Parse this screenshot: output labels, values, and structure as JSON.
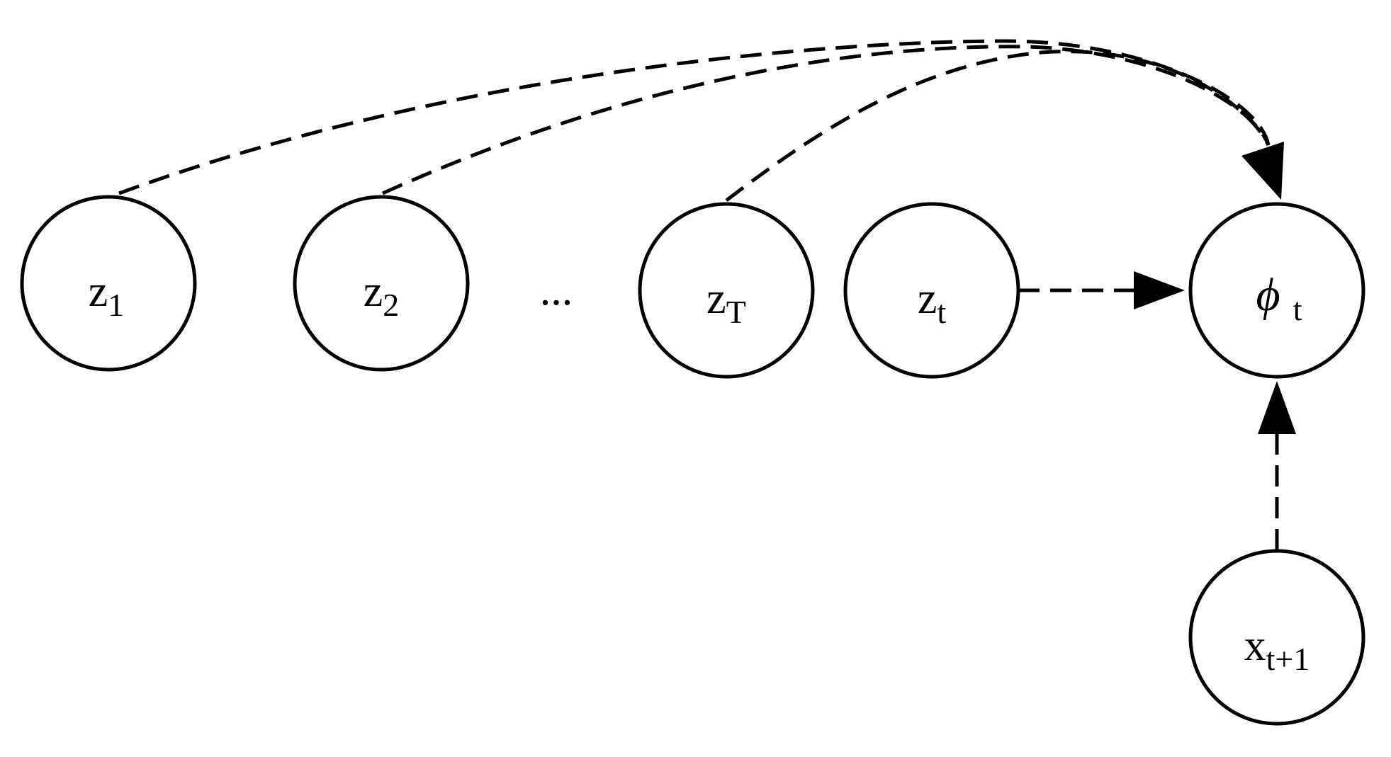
{
  "nodes": {
    "z1": {
      "main": "z",
      "sub": "1"
    },
    "z2": {
      "main": "z",
      "sub": "2"
    },
    "zT": {
      "main": "z",
      "sub": "T"
    },
    "zt": {
      "main": "z",
      "sub": "t"
    },
    "phit": {
      "main": "ϕ",
      "sub": "t"
    },
    "xt1": {
      "main": "x",
      "sub": "t+1"
    }
  },
  "ellipsis": "...",
  "colors": {
    "stroke": "#000000",
    "background": "#ffffff"
  }
}
